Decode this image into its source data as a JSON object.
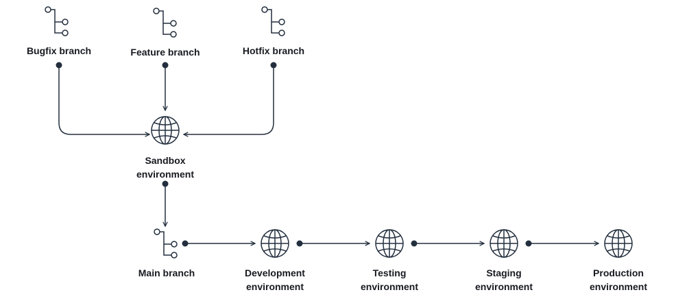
{
  "colors": {
    "stroke": "#232f3e",
    "text": "#16191f",
    "background": "#ffffff"
  },
  "nodes": {
    "bugfix": {
      "icon": "git-branch-icon",
      "line1": "Bugfix branch",
      "line2": ""
    },
    "feature": {
      "icon": "git-branch-icon",
      "line1": "Feature branch",
      "line2": ""
    },
    "hotfix": {
      "icon": "git-branch-icon",
      "line1": "Hotfix branch",
      "line2": ""
    },
    "sandbox": {
      "icon": "globe-icon",
      "line1": "Sandbox",
      "line2": "environment"
    },
    "main": {
      "icon": "git-branch-icon",
      "line1": "Main branch",
      "line2": ""
    },
    "development": {
      "icon": "globe-icon",
      "line1": "Development",
      "line2": "environment"
    },
    "testing": {
      "icon": "globe-icon",
      "line1": "Testing",
      "line2": "environment"
    },
    "staging": {
      "icon": "globe-icon",
      "line1": "Staging",
      "line2": "environment"
    },
    "production": {
      "icon": "globe-icon",
      "line1": "Production",
      "line2": "environment"
    }
  },
  "edges": [
    {
      "from": "bugfix",
      "to": "sandbox"
    },
    {
      "from": "feature",
      "to": "sandbox"
    },
    {
      "from": "hotfix",
      "to": "sandbox"
    },
    {
      "from": "sandbox",
      "to": "main"
    },
    {
      "from": "main",
      "to": "development"
    },
    {
      "from": "development",
      "to": "testing"
    },
    {
      "from": "testing",
      "to": "staging"
    },
    {
      "from": "staging",
      "to": "production"
    }
  ]
}
